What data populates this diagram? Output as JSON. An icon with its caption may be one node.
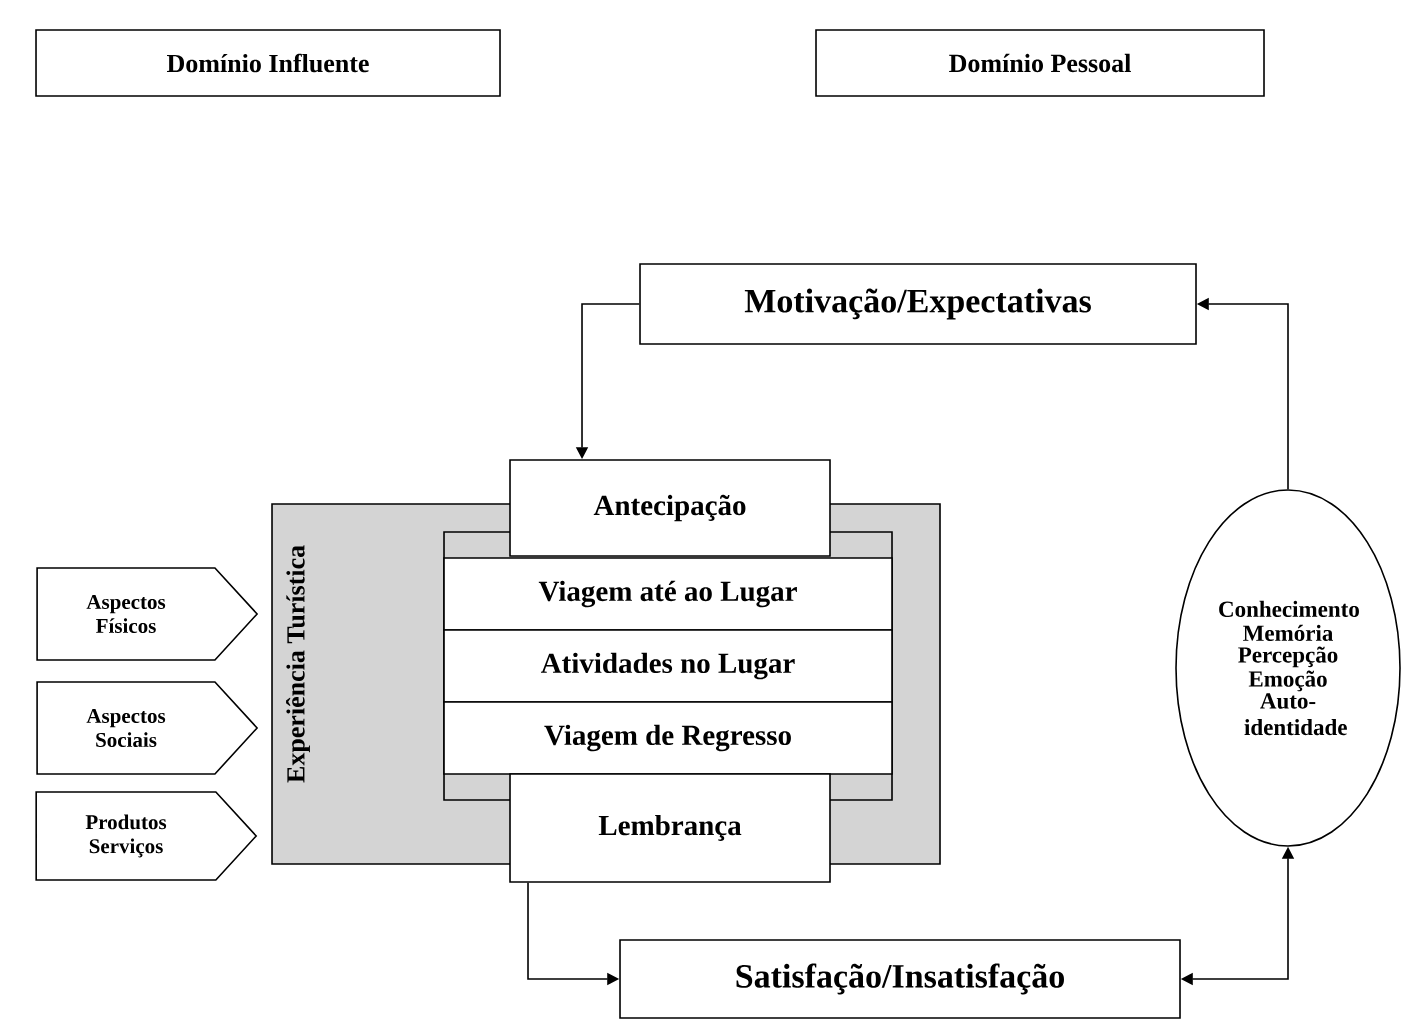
{
  "diagram": {
    "nodes": [
      {
        "text": [
          "Domínio Influente"
        ]
      },
      {
        "text": [
          "Domínio Pessoal"
        ]
      },
      {
        "text": [
          "Motivação/Expectativas"
        ]
      },
      {
        "text": [
          "Experiência Turística"
        ]
      },
      {
        "text": [
          "Antecipação"
        ]
      },
      {
        "text": [
          "Viagem até ao Lugar"
        ],
        "in": 3
      },
      {
        "text": [
          "Atividades no Lugar"
        ],
        "in": 3
      },
      {
        "text": [
          "Viagem de Regresso"
        ],
        "in": 3
      },
      {
        "text": [
          "Lembrança"
        ]
      },
      {
        "text": [
          "Conhecimento",
          "Memória",
          "Percepção",
          "Emoção",
          "Auto-identidade"
        ]
      },
      {
        "text": [
          "Satisfação/Insatisfação"
        ]
      },
      {
        "text": [
          "Aspectos Físicos"
        ]
      },
      {
        "text": [
          "Aspectos Sociais"
        ]
      },
      {
        "text": [
          "Produtos Serviços"
        ]
      }
    ],
    "edges": [
      {
        "from": 2,
        "to": 4,
        "arrow": "to"
      },
      {
        "from": 9,
        "to": 2,
        "arrow": "to"
      },
      {
        "from": 8,
        "to": 10,
        "arrow": "to"
      },
      {
        "from": 10,
        "to": 9,
        "arrow": "both"
      }
    ]
  }
}
